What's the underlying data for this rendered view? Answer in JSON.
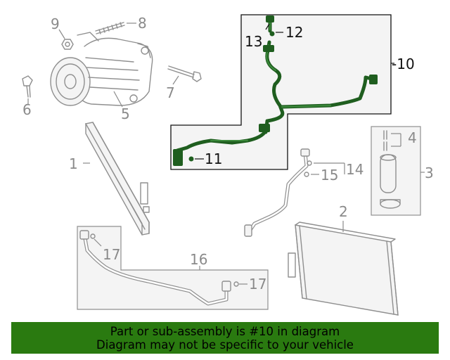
{
  "callouts": {
    "c1": "1",
    "c2": "2",
    "c3": "3",
    "c4": "4",
    "c5": "5",
    "c6": "6",
    "c7": "7",
    "c8": "8",
    "c9": "9",
    "c10": "-10",
    "c11": "11",
    "c12": "12",
    "c13": "13",
    "c14": "14",
    "c15": "15",
    "c16": "16",
    "c17a": "17",
    "c17b": "17"
  },
  "banner": {
    "line1": "Part or sub-assembly is #10 in diagram",
    "line2": "Diagram may not be specific to your vehicle"
  },
  "colors": {
    "highlight_hose": "#1f5e1f",
    "banner_bg": "#2a7a10",
    "panel_bg": "#f4f4f4",
    "line_gray": "#8f8f8f"
  }
}
